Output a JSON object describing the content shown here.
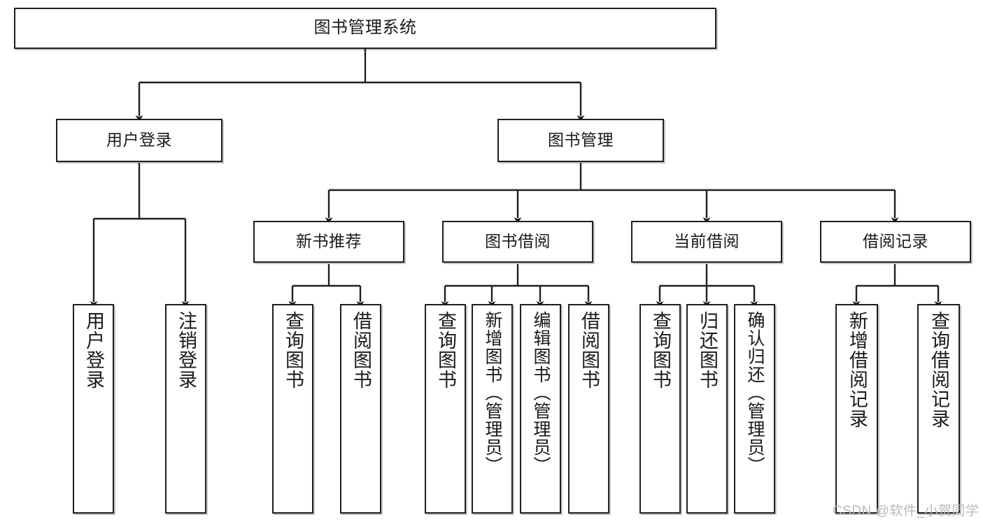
{
  "diagram": {
    "type": "tree",
    "title": "图书管理系统",
    "root": {
      "label": "图书管理系统"
    },
    "level2": [
      {
        "label": "用户登录"
      },
      {
        "label": "图书管理"
      }
    ],
    "level3": [
      {
        "label": "新书推荐"
      },
      {
        "label": "图书借阅"
      },
      {
        "label": "当前借阅"
      },
      {
        "label": "借阅记录"
      }
    ],
    "leaves": {
      "user_login": [
        {
          "label": "用户登录"
        },
        {
          "label": "注销登录"
        }
      ],
      "new_book_recommend": [
        {
          "label": "查询图书"
        },
        {
          "label": "借阅图书"
        }
      ],
      "book_borrow": [
        {
          "label": "查询图书"
        },
        {
          "label": "新增图书（管理员）"
        },
        {
          "label": "编辑图书（管理员）"
        },
        {
          "label": "借阅图书"
        }
      ],
      "current_borrow": [
        {
          "label": "查询图书"
        },
        {
          "label": "归还图书"
        },
        {
          "label": "确认归还（管理员）"
        }
      ],
      "borrow_record": [
        {
          "label": "新增借阅记录"
        },
        {
          "label": "查询借阅记录"
        }
      ]
    }
  },
  "watermark": {
    "text": "CSDN @软件_小贺同学"
  },
  "colors": {
    "stroke": "#1f1f1f",
    "background": "#ffffff",
    "text": "#1a1a1a",
    "watermark": "#b9b9b9"
  }
}
